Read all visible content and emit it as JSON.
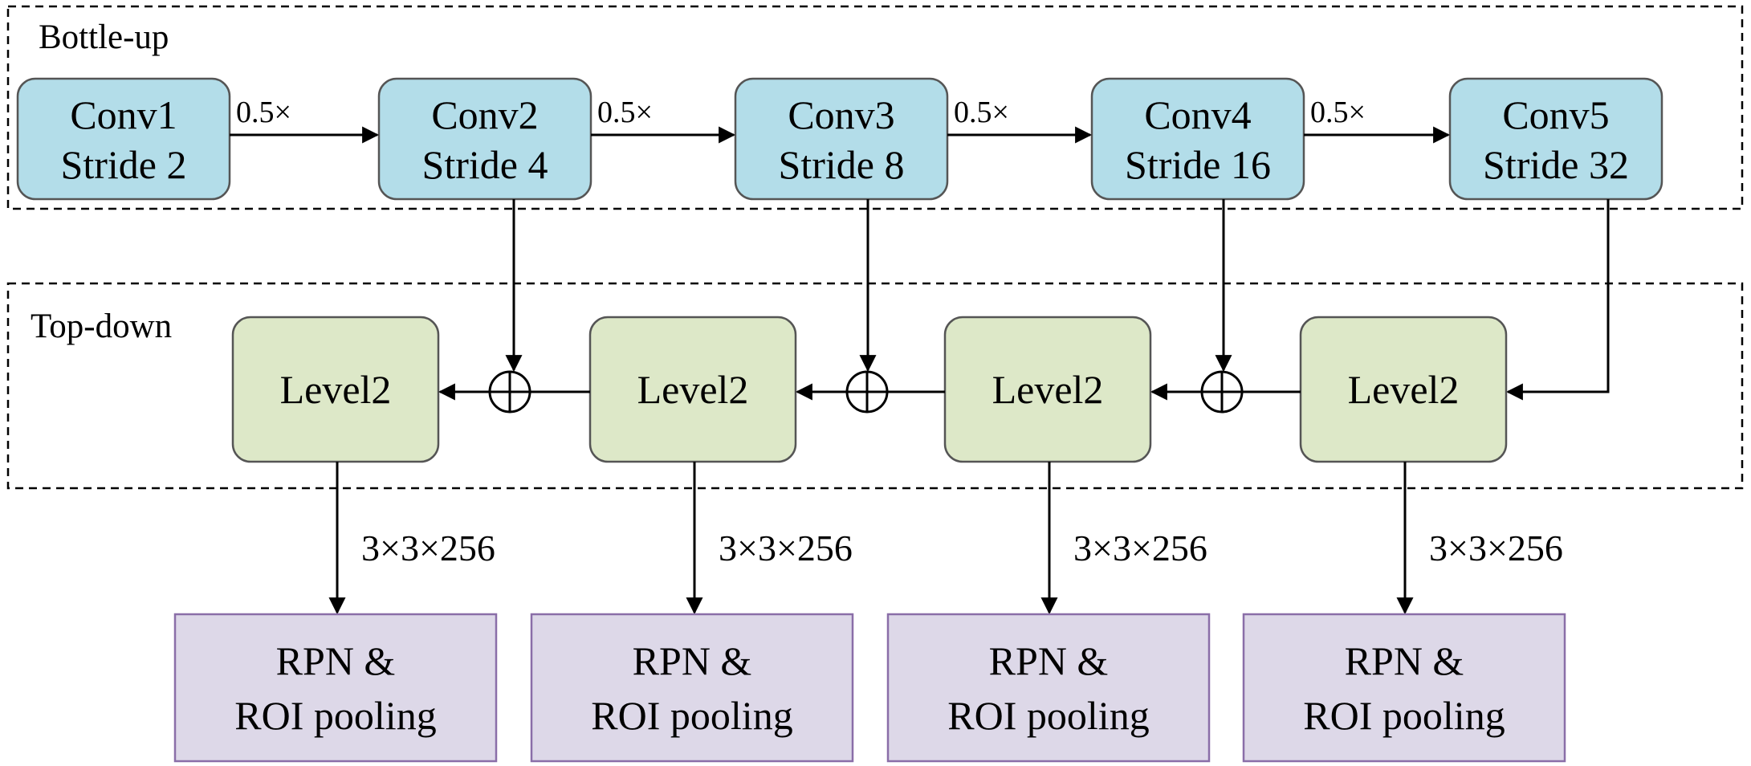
{
  "groups": {
    "bottom_up": "Bottle-up",
    "top_down": "Top-down"
  },
  "conv_blocks": [
    {
      "name": "Conv1",
      "stride": "Stride 2"
    },
    {
      "name": "Conv2",
      "stride": "Stride 4"
    },
    {
      "name": "Conv3",
      "stride": "Stride 8"
    },
    {
      "name": "Conv4",
      "stride": "Stride 16"
    },
    {
      "name": "Conv5",
      "stride": "Stride 32"
    }
  ],
  "downsample_labels": [
    "0.5×",
    "0.5×",
    "0.5×",
    "0.5×"
  ],
  "level_blocks": [
    {
      "name": "Level2"
    },
    {
      "name": "Level2"
    },
    {
      "name": "Level2"
    },
    {
      "name": "Level2"
    }
  ],
  "kernel_labels": [
    "3×3×256",
    "3×3×256",
    "3×3×256",
    "3×3×256"
  ],
  "head_blocks": [
    {
      "line1": "RPN &",
      "line2": "ROI pooling"
    },
    {
      "line1": "RPN &",
      "line2": "ROI pooling"
    },
    {
      "line1": "RPN &",
      "line2": "ROI pooling"
    },
    {
      "line1": "RPN &",
      "line2": "ROI pooling"
    }
  ],
  "colors": {
    "conv_fill": "#b3dde9",
    "level_fill": "#dde8c8",
    "head_fill": "#ddd8e8",
    "head_stroke": "#8a6ea8",
    "box_stroke": "#555555",
    "line": "#000000"
  }
}
